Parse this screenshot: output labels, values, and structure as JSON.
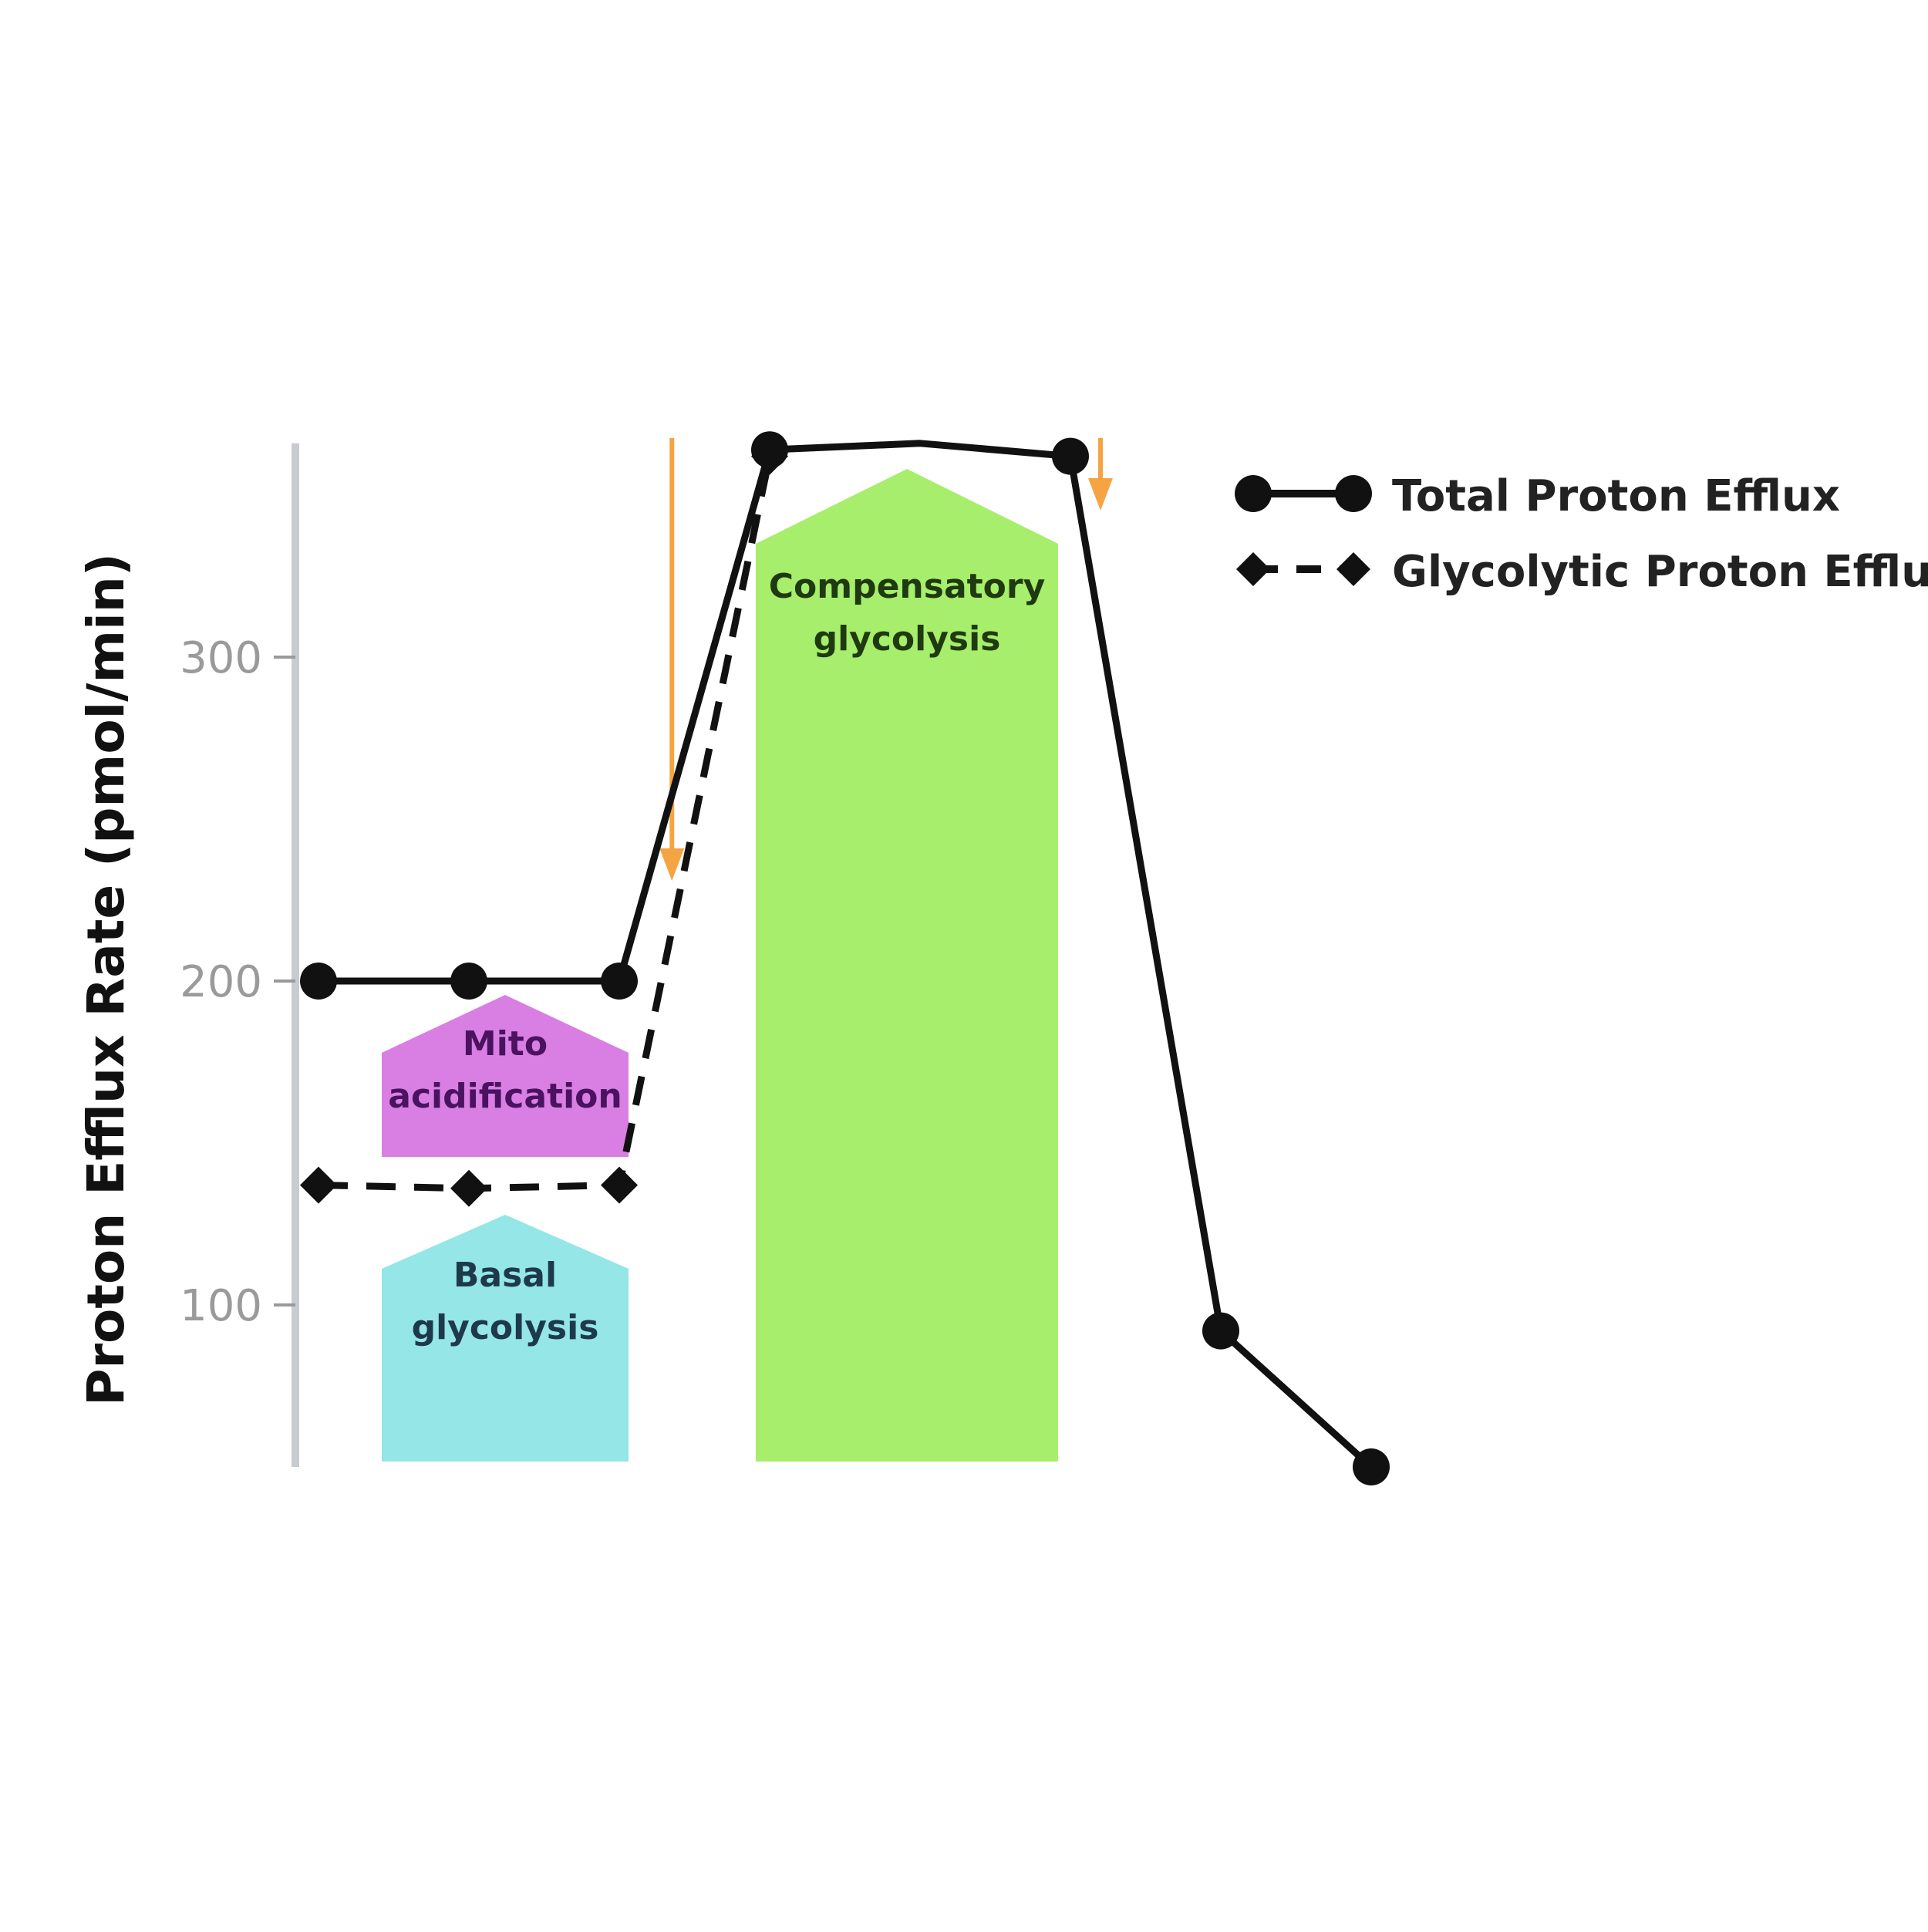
{
  "chart_data": {
    "type": "line",
    "title": "",
    "xlabel": "",
    "ylabel": "Proton Efflux Rate (pmol/min)",
    "ylim": [
      50,
      366
    ],
    "yticks": [
      100,
      200,
      300
    ],
    "grid": false,
    "legend_position": "top-right",
    "series": [
      {
        "name": "Total Proton Efflux",
        "style": "solid",
        "color": "#111111",
        "x": [
          1,
          2,
          3,
          4,
          5,
          6,
          7,
          8
        ],
        "y": [
          200,
          200,
          200,
          364,
          370,
          362,
          92,
          50
        ]
      },
      {
        "name": "Glycolytic Proton Efflux",
        "style": "dashed",
        "color": "#111111",
        "x": [
          1,
          2,
          3,
          4
        ],
        "y": [
          137,
          136,
          137,
          362
        ]
      }
    ],
    "injection_markers": [
      {
        "x": 3.35,
        "color": "#f5a443"
      },
      {
        "x": 6.2,
        "color": "#f5a443"
      }
    ],
    "annotations": [
      {
        "text": [
          "Mito",
          "acidification"
        ],
        "color": "#d97fe3",
        "text_color": "#4a1260"
      },
      {
        "text": [
          "Basal",
          "glycolysis"
        ],
        "color": "#95e6e6",
        "text_color": "#1e3a4a"
      },
      {
        "text": [
          "Compensatory",
          "glycolysis"
        ],
        "color": "#a6ee6b",
        "text_color": "#1f3a10"
      }
    ]
  }
}
